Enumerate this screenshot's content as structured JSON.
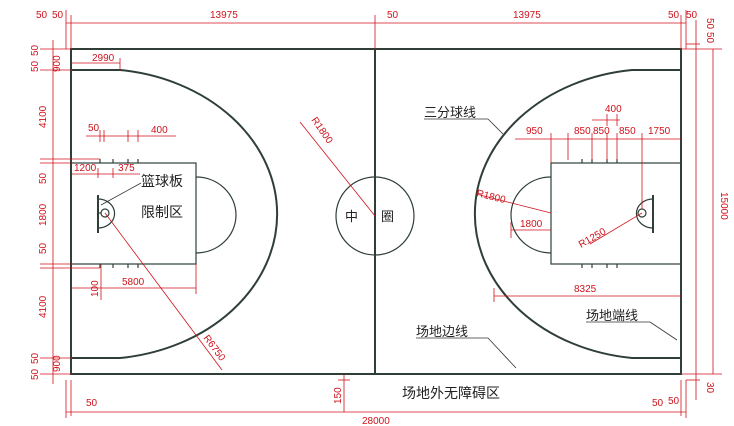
{
  "dims": {
    "top": {
      "d50a": "50",
      "d50b": "50",
      "half_left": "13975",
      "mid50": "50",
      "half_right": "13975",
      "d50c": "50",
      "d50d": "50"
    },
    "left": {
      "d50a": "50",
      "d50b": "50",
      "d50c": "50",
      "d50d": "50",
      "d900a": "900",
      "d4100a": "4100",
      "d50e": "50",
      "d1800": "1800",
      "d50f": "50",
      "d4100b": "4100",
      "d900b": "900",
      "d50g": "50",
      "d50h": "50"
    },
    "right": {
      "d50a": "50",
      "d50b": "50",
      "d15000": "15000",
      "d30": "30",
      "d50c": "50"
    },
    "bottom": {
      "d150": "150",
      "d50a": "50",
      "total": "28000",
      "d50b": "50"
    },
    "left_half": {
      "d2990": "2990",
      "d50": "50",
      "d400": "400",
      "d1200": "1200",
      "d375": "375",
      "d100": "100",
      "d5800": "5800",
      "r6750": "R6750",
      "r1800": "R1800"
    },
    "right_half": {
      "d400": "400",
      "d950": "950",
      "d850a": "850",
      "d850b": "850",
      "d850c": "850",
      "d1750": "1750",
      "r1800": "R1800",
      "d1800": "1800",
      "r1250": "R1250",
      "d8325": "8325"
    }
  },
  "labels": {
    "backboard": "篮球板",
    "restricted": "限制区",
    "three_point": "三分球线",
    "center_a": "中",
    "center_b": "圈",
    "sideline": "场地边线",
    "endline": "场地端线",
    "clearance": "场地外无障碍区"
  },
  "colors": {
    "court_line": "#2f3f38",
    "dimension": "#d0121b",
    "text": "#222222"
  }
}
